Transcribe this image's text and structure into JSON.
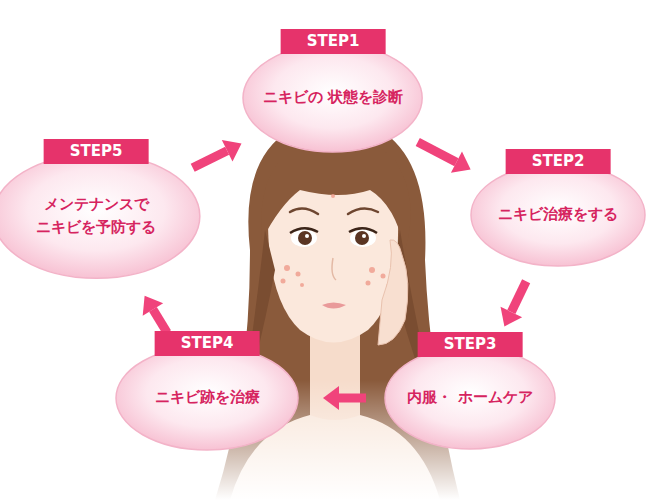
{
  "diagram": {
    "nodes": [
      {
        "text": [
          "STEP1",
          "ニキビの 状態を診断"
        ]
      },
      {
        "text": [
          "STEP2",
          "ニキビ治療をする"
        ]
      },
      {
        "text": [
          "STEP3",
          "内服・ ホームケア"
        ]
      },
      {
        "text": [
          "STEP4",
          "ニキビ跡を治療"
        ]
      },
      {
        "text": [
          "STEP5",
          "メンテナンスで ニキビを予防する"
        ]
      }
    ],
    "edges": [
      {
        "from": 0,
        "to": 1,
        "arrow": "to"
      },
      {
        "from": 1,
        "to": 2,
        "arrow": "to"
      },
      {
        "from": 2,
        "to": 3,
        "arrow": "to"
      },
      {
        "from": 3,
        "to": 4,
        "arrow": "to"
      },
      {
        "from": 4,
        "to": 0,
        "arrow": "to"
      }
    ]
  }
}
